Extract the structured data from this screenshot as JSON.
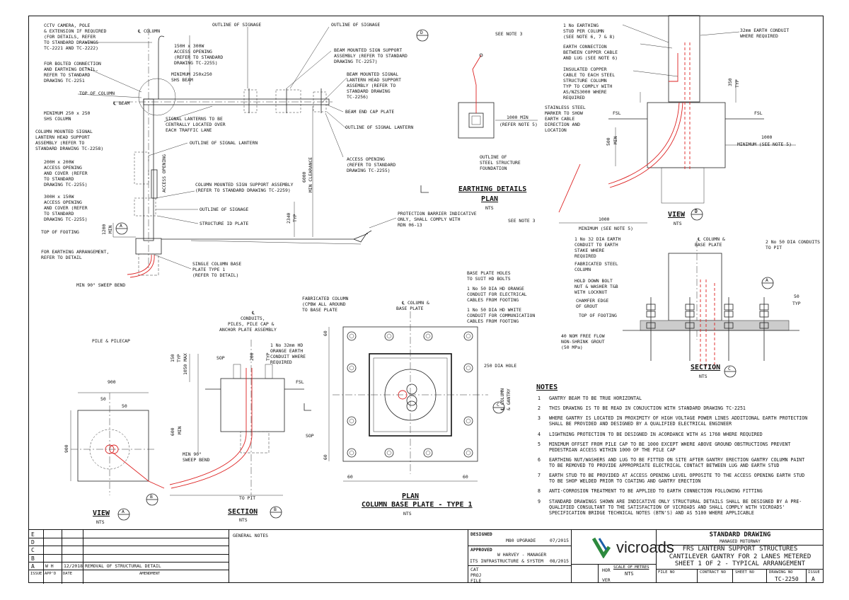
{
  "drawing": {
    "main_labels": {
      "cctv": [
        "CCTV CAMERA, POLE",
        "& EXTENSION IF REQUIRED",
        "(FOR DETAILS, REFER",
        "TO STANDARD DRAWINGS",
        "TC-2221 AND TC-2222)"
      ],
      "bolted": [
        "FOR BOLTED CONNECTION",
        "AND EARTHING DETAIL,",
        "REFER TO STANDARD",
        "DRAWING TC-2251"
      ],
      "top_column": "TOP OF COLUMN",
      "cl_beam": "℄ BEAM",
      "cl_column": "℄ COLUMN",
      "shs_column": [
        "MINIMUM 250 x 250",
        "SHS COLUMN"
      ],
      "col_signal_support": [
        "COLUMN MOUNTED SIGNAL",
        "LANTERN HEAD SUPPORT",
        "ASSEMBLY (REFER TO",
        "STANDARD DRAWING TC-2258)"
      ],
      "opening_200": [
        "200H x 200W",
        "ACCESS OPENING",
        "AND COVER (REFER",
        "TO STANDARD",
        "DRAWING TC-2255)"
      ],
      "opening_300": [
        "300H x 150W",
        "ACCESS OPENING",
        "AND COVER (REFER",
        "TO STANDARD",
        "DRAWING TC-2255)"
      ],
      "top_footing": "TOP OF FOOTING",
      "earthing_arr": [
        "FOR EARTHING ARRANGEMENT,",
        "REFER TO DETAIL"
      ],
      "sweep_bend": "MIN 90° SWEEP BEND",
      "outline_signage_1": "OUTLINE OF SIGNAGE",
      "outline_signage_2": "OUTLINE OF SIGNAGE",
      "access_150": [
        "150H x 300W",
        "ACCESS OPENING",
        "(REFER TO STANDARD",
        "DRAWING TC-2255)"
      ],
      "shs_beam": [
        "MINIMUM 250x250",
        "SHS BEAM"
      ],
      "beam_sign": [
        "BEAM MOUNTED SIGN SUPPORT",
        "ASSEMBLY (REFER TO STANDARD",
        "DRAWING TC-2257)"
      ],
      "beam_signal": [
        "BEAM MOUNTED SIGNAL",
        "LANTERN HEAD SUPPORT",
        "ASSEMBLY (REFER TO",
        "STANDARD DRAWING",
        "TC-2256)"
      ],
      "beam_end": "BEAM END CAP PLATE",
      "signal_lanterns": [
        "SIGNAL LANTERNS TO BE",
        "CENTRALLY LOCATED OVER",
        "EACH TRAFFIC LANE"
      ],
      "outline_lantern_1": "OUTLINE OF SIGNAL LANTERN",
      "outline_lantern_2": "OUTLINE OF SIGNAL LANTERN",
      "access_opening": [
        "ACCESS OPENING",
        "(REFER TO STANDARD",
        "DRAWING TC-2255)"
      ],
      "col_sign_support": [
        "COLUMN MOUNTED SIGN SUPPORT ASSEMBLY",
        "(REFER TO STANDARD DRAWING TC-2259)"
      ],
      "outline_signage_3": "OUTLINE OF SIGNAGE",
      "structure_id": "STRUCTURE ID PLATE",
      "base_plate": [
        "SINGLE COLUMN BASE",
        "PLATE TYPE 1",
        "(REFER TO DETAIL)"
      ],
      "protection_barrier": [
        "PROTECTION BARRIER INDICATIVE",
        "ONLY, SHALL COMPLY WITH",
        "RDN 06-13"
      ],
      "access_opening_v": "ACCESS OPENING",
      "dim_6000": "6000",
      "dim_min_clearance": "MIN CLEARANCE",
      "dim_2340": "2340",
      "dim_typ": "TYP",
      "dim_1200": "1200",
      "dim_min": "MIN"
    },
    "earthing": {
      "see_note_3": "SEE NOTE 3",
      "dim_1000": [
        "1000 MIN",
        "(REFER NOTE 5)"
      ],
      "outline": [
        "OUTLINE OF",
        "STEEL STRUCTURE",
        "FOUNDATION"
      ],
      "title": "EARTHING DETAILS",
      "sub": "PLAN",
      "nts": "NTS",
      "view_d_marker": "D"
    },
    "view_d": {
      "stud": [
        "1 No EARTHING",
        "STUD PER COLUMN",
        "(SEE NOTE 6, 7 & 8)"
      ],
      "earth_conn": [
        "EARTH CONNECTION",
        "BETWEEN COPPER CABLE",
        "AND LUG (SEE NOTE 6)"
      ],
      "insulated": [
        "INSULATED COPPER",
        "CABLE TO EACH STEEL",
        "STRUCTURE COLUMN",
        "TYP TO COMPLY WITH",
        "AS/NZS3000 WHERE",
        "REQUIRED"
      ],
      "conduit32": [
        "32mm EARTH CONDUIT",
        "WHERE REQUIRED"
      ],
      "marker": [
        "STAINLESS STEEL",
        "MARKER TO SHOW",
        "EARTH CABLE",
        "DIRECTION AND",
        "LOCATION"
      ],
      "fsl": "FSL",
      "dim_350": "350",
      "dim_typ": "TYP",
      "dim_500": "500",
      "dim_min": "MIN",
      "dim_1000a": "1000",
      "min_note5a": "MINIMUM (SEE NOTE 5)",
      "see_note_3": "SEE NOTE 3",
      "dim_1000b": "1000",
      "min_note5b": "MINIMUM (SEE NOTE 5)",
      "view": "VIEW",
      "marker_letter": "D",
      "nts": "NTS"
    },
    "section_c": {
      "cl": [
        "℄ COLUMN &",
        "BASE PLATE"
      ],
      "conduit32": [
        "1 No 32 DIA EARTH",
        "CONDUIT TO EARTH",
        "STAKE WHERE",
        "REQUIRED"
      ],
      "conduits50": [
        "2 No 50 DIA CONDUITS",
        "TO PIT"
      ],
      "fab": [
        "FABRICATED STEEL",
        "COLUMN"
      ],
      "hold": [
        "HOLD DOWN BOLT",
        "NUT & WASHER T&B",
        "WITH LOCKNUT"
      ],
      "chamfer": [
        "CHAMFER EDGE",
        "OF GROUT"
      ],
      "top_footing": "TOP OF FOOTING",
      "grout": [
        "40 NOM FREE FLOW",
        "NON-SHRINK GROUT",
        "(50 MPa)"
      ],
      "dim_50": "50",
      "dim_typ": "TYP",
      "title": "SECTION",
      "marker_letter": "C",
      "nts": "NTS"
    },
    "plan": {
      "holes": [
        "BASE PLATE HOLES",
        "TO SUIT HD BOLTS"
      ],
      "orange": [
        "1 No 50 DIA HD ORANGE",
        "CONDUIT FOR ELECTRICAL",
        "CABLES FROM FOOTING"
      ],
      "white": [
        "1 No 50 DIA HD WHITE",
        "CONDUIT FOR COMMUNICATION",
        "CABLES FROM FOOTING"
      ],
      "fab": [
        "FABRICATED COLUMN",
        "(CPBW ALL AROUND",
        "TO BASE PLATE"
      ],
      "cl": [
        "℄ COLUMN &",
        "BASE PLATE"
      ],
      "conduit32": [
        "1 No 32mm HD",
        "ORANGE EARTH",
        "CONDUIT WHERE",
        "REQUIRED"
      ],
      "hole250": "250 DIA HOLE",
      "cl_gantry": [
        "℄ COLUMN",
        "& GANTRY"
      ],
      "sop": "SOP",
      "dim_60": "60",
      "title": "PLAN",
      "sub": "COLUMN BASE PLATE - TYPE 1",
      "nts": "NTS",
      "marker_letter": "C"
    },
    "section_b": {
      "cl": [
        "℄",
        "CONDUITS,",
        "PILES, PILE CAP &",
        "ANCHOR PLATE ASSEMBLY"
      ],
      "sop": "SOP",
      "fsl": "FSL",
      "dim_150": "150",
      "dim_typ": "TYP",
      "dim_1050": "1050 MAX",
      "dim_200": "200",
      "dim_600": "600",
      "dim_min": "MIN",
      "sweep": [
        "MIN 90°",
        "SWEEP BEND"
      ],
      "to_pit": "TO PIT",
      "title": "SECTION",
      "marker_letter": "B",
      "nts": "NTS"
    },
    "view_a": {
      "label": "PILE & PILECAP",
      "dim_900a": "900",
      "dim_900b": "900",
      "dim_50a": "50",
      "dim_50b": "50",
      "title": "VIEW",
      "marker_letter": "A",
      "nts": "NTS",
      "b_marker": "B"
    }
  },
  "notes": {
    "heading": "NOTES",
    "items": [
      {
        "n": "1",
        "t": "GANTRY BEAM TO BE TRUE HORIZONTAL"
      },
      {
        "n": "2",
        "t": "THIS DRAWING IS TO BE READ IN CONJUCTION WITH STANDARD DRAWING TC-2251"
      },
      {
        "n": "3",
        "t": "WHERE GANTRY IS LOCATED IN PROXIMITY OF HIGH VOLTAGE POWER LINES ADDITIONAL EARTH PROTECTION SHALL BE PROVIDED AND DESIGNED BY A QUALIFIED ELECTRICAL ENGINEER"
      },
      {
        "n": "4",
        "t": "LIGHTNING PROTECTION TO BE DESIGNED IN ACORDANCE WITH AS 1768 WHERE REQUIRED"
      },
      {
        "n": "5",
        "t": "MINIMUM OFFSET FROM PILE CAP TO BE 1000 EXCEPT WHERE ABOVE GROUND OBSTRUCTIONS PREVENT PEDESTRIAN ACCESS WITHIN 1000 OF THE PILE CAP"
      },
      {
        "n": "6",
        "t": "EARTHING NUT/WASHERS AND LUG TO BE FITTED ON SITE AFTER GANTRY ERECTION GANTRY COLUMN PAINT TO BE REMOVED TO PROVIDE APPROPRIATE ELECTRICAL CONTACT BETWEEN LUG AND EARTH STUD"
      },
      {
        "n": "7",
        "t": "EARTH STUD TO BE PROVIDED AT ACCESS OPENING LEVEL OPPOSITE TO THE ACCESS OPENING EARTH STUD TO BE SHOP WELDED PRIOR TO COATING AND GANTRY ERECTION"
      },
      {
        "n": "8",
        "t": "ANTI-CORROSION TREATMENT TO BE APPLIED TO EARTH CONNECTION FOLLOWING FITTING"
      },
      {
        "n": "9",
        "t": "STANDARD DRAWINGS SHOWN ARE INDICATIVE ONLY STRUCTURAL DETAILS SHALL BE DESIGNED BY A PRE-QUALIFIED CONSULTANT TO THE SATISFACTION OF VICROADS AND SHALL COMPLY WITH VICROADS' SPECIFICATION BRIDGE TECHNICAL NOTES (BTN'S) AND AS 5100 WHERE APPLICABLE"
      }
    ]
  },
  "title_block": {
    "revisions": [
      {
        "issue": "E",
        "appd": "",
        "date": "",
        "amendment": ""
      },
      {
        "issue": "D",
        "appd": "",
        "date": "",
        "amendment": ""
      },
      {
        "issue": "C",
        "appd": "",
        "date": "",
        "amendment": ""
      },
      {
        "issue": "B",
        "appd": "",
        "date": "",
        "amendment": ""
      },
      {
        "issue": "A",
        "appd": "W H",
        "date": "12/2018",
        "amendment": "REMOVAL OF STRUCTURAL DETAIL"
      }
    ],
    "rev_headers": {
      "issue": "ISSUE",
      "appd": "APP'D",
      "date": "DATE",
      "amendment": "AMENDMENT"
    },
    "general_notes": "GENERAL NOTES",
    "designed_label": "DESIGNED",
    "designed": "M80 UPGRADE",
    "designed_date": "07/2015",
    "approved_label": "APPROVED",
    "approved": "W HARVEY - MANAGER",
    "approved2": "ITS INFRASTRUCTURE & SYSTEM",
    "approved_date": "08/2015",
    "cat": "CAT",
    "proj": "PROJ",
    "file": "FILE",
    "brand": "vicroads",
    "hor": "HOR",
    "ver": "VER",
    "scale_label": "SCALE OF METRES",
    "scale": "NTS",
    "std_drawing": "STANDARD DRAWING",
    "motorway": "MANAGED MOTORWAY",
    "title1": "FRS LANTERN SUPPORT STRUCTURES",
    "title2": "CANTILEVER GANTRY FOR 2 LANES METERED",
    "title3": "SHEET 1 OF 2 - TYPICAL ARRANGEMENT",
    "file_no_label": "FILE NO",
    "contract_no_label": "CONTRACT NO",
    "sheet_no_label": "SHEET NO",
    "drawing_no_label": "DRAWING NO",
    "issue_label": "ISSUE",
    "drawing_no": "TC-2250",
    "issue": "A"
  }
}
